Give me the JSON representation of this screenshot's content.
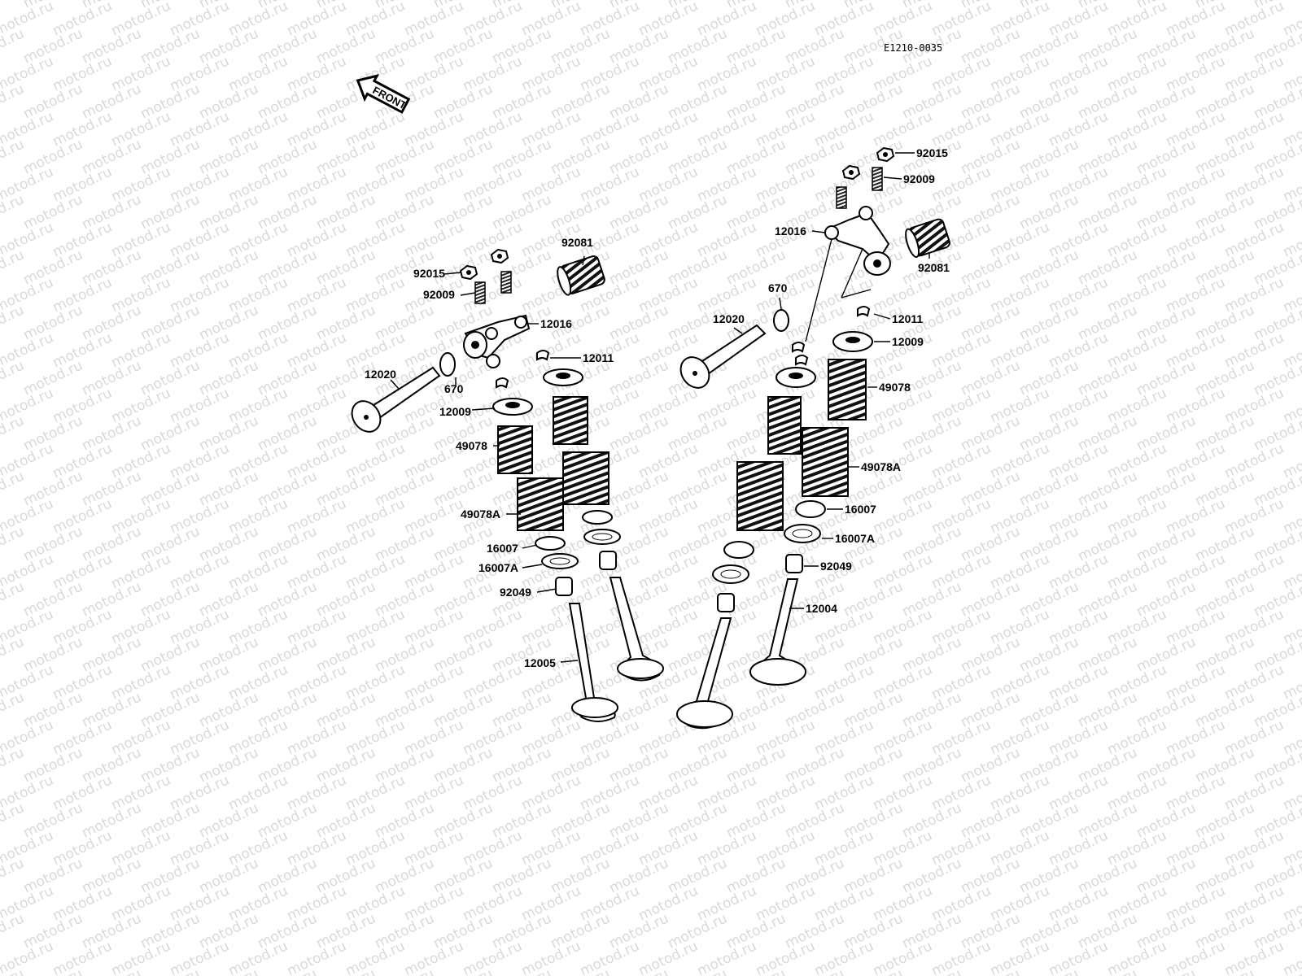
{
  "diagram": {
    "code": "E1210-0035",
    "front_label": "FRONT",
    "watermark": "motod.ru",
    "left_labels": {
      "p92015": "92015",
      "p92009": "92009",
      "p92081": "92081",
      "p12016": "12016",
      "p12011": "12011",
      "p12020": "12020",
      "p670": "670",
      "p12009": "12009",
      "p49078": "49078",
      "p49078a": "49078A",
      "p16007": "16007",
      "p16007a": "16007A",
      "p92049": "92049",
      "p12005": "12005"
    },
    "right_labels": {
      "p92015": "92015",
      "p92009": "92009",
      "p12016": "12016",
      "p92081": "92081",
      "p670": "670",
      "p12020": "12020",
      "p12011": "12011",
      "p12009": "12009",
      "p49078": "49078",
      "p49078a": "49078A",
      "p16007": "16007",
      "p16007a": "16007A",
      "p92049": "92049",
      "p12004": "12004"
    }
  }
}
